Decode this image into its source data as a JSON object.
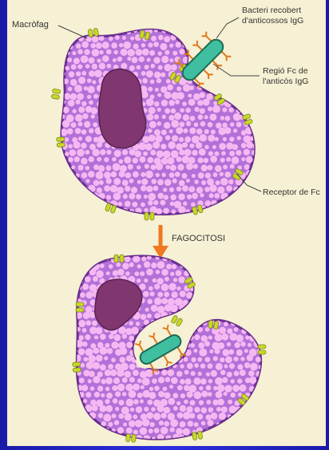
{
  "colors": {
    "background": "#2a2ad8",
    "panel": "#f6f0d4",
    "cell_body": "#b271d8",
    "cell_outline": "#6a2f90",
    "granules": "#f5b8f2",
    "nucleus": "#80366f",
    "receptor": "#c9d82a",
    "bacterium": "#3fbf9f",
    "antibody": "#e07a1a",
    "arrow": "#f07820"
  },
  "labels": {
    "macrophage": "Macròfag",
    "bacterium_line1": "Bacteri recobert",
    "bacterium_line2": "d'anticossos IgG",
    "fc_line1": "Regió Fc de",
    "fc_line2": "l'anticòs IgG",
    "receptor": "Receptor de Fc",
    "process": "FAGOCITOSI"
  }
}
